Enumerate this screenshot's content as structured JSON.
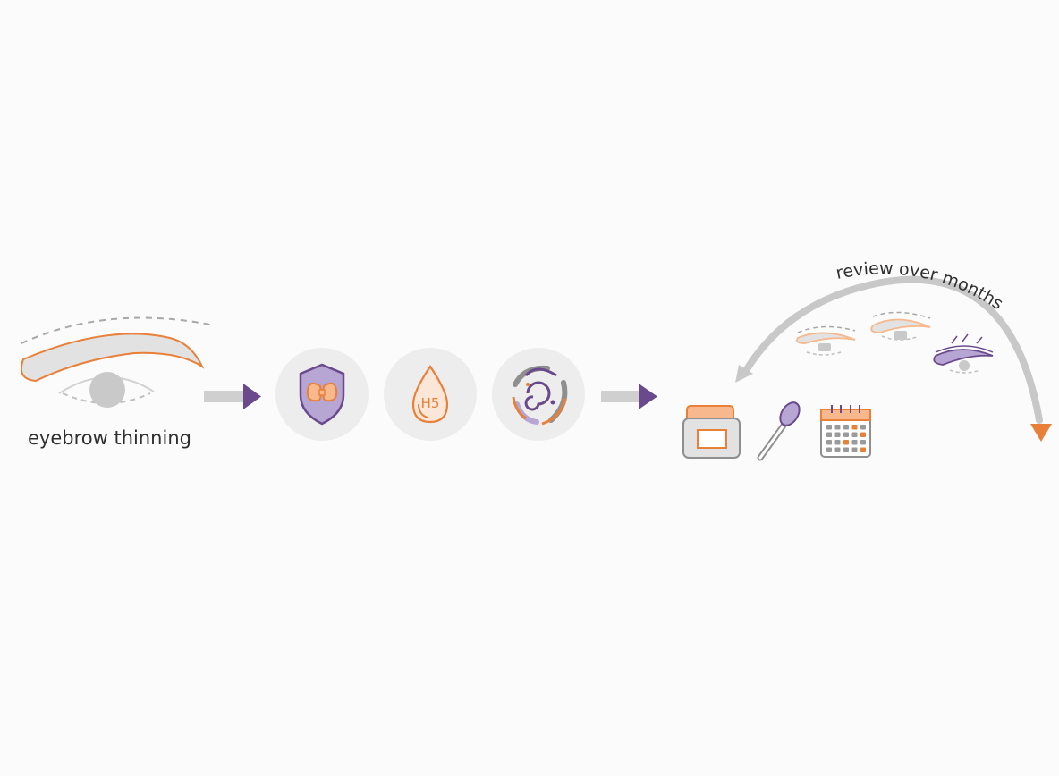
{
  "diagram": {
    "start_label": "eyebrow thinning",
    "cycle_label": "review over months",
    "colors": {
      "orange": "#e8803a",
      "orange_light": "#f6b88c",
      "purple": "#6a4a8c",
      "purple_light": "#b7a6d3",
      "gray_fill": "#e2e2e2",
      "circle_bg": "#ededed",
      "arrow_gray": "#cfcfcf",
      "dark_gray": "#8f8f8f"
    },
    "icons": {
      "start": "eyebrow-eye-icon",
      "causes": [
        "thyroid-shield-icon",
        "hormone-drop-icon",
        "swirl-inflammation-icon"
      ],
      "treatments": [
        "cream-jar-icon",
        "applicator-swab-icon",
        "calendar-icon"
      ],
      "progress": [
        "brow-stage-1-icon",
        "brow-stage-2-icon",
        "brow-stage-3-icon"
      ]
    },
    "droplet_text": "H5"
  }
}
